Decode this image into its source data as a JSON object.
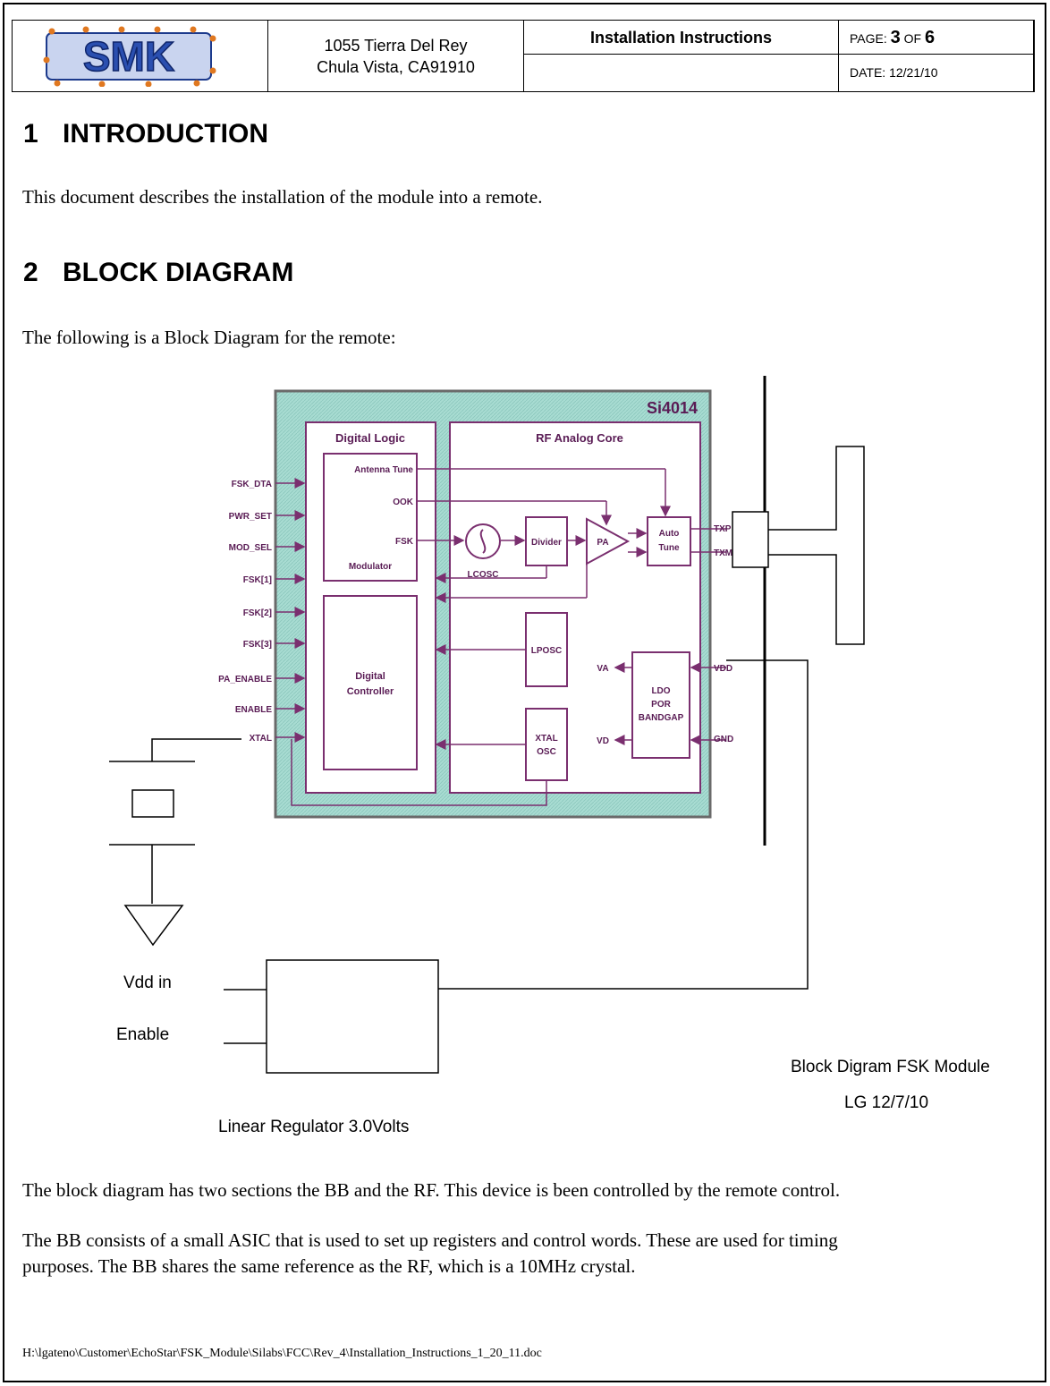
{
  "header": {
    "logo_text": "SMK",
    "address_line1": "1055 Tierra Del Rey",
    "address_line2": "Chula Vista, CA91910",
    "doc_title": "Installation Instructions",
    "page_label": "PAGE:",
    "page_num": "3",
    "page_of": "OF",
    "page_total": "6",
    "date": "DATE: 12/21/10"
  },
  "sections": [
    {
      "num": "1",
      "title": "INTRODUCTION",
      "text": "This document describes the installation of the module into a remote."
    },
    {
      "num": "2",
      "title": "BLOCK DIAGRAM",
      "text": "The following is a Block Diagram for the remote:"
    }
  ],
  "diagram": {
    "chip_name": "Si4014",
    "digital_logic": "Digital Logic",
    "rf_core": "RF Analog Core",
    "pins_left": [
      "FSK_DTA",
      "PWR_SET",
      "MOD_SEL",
      "FSK[1]",
      "FSK[2]",
      "FSK[3]",
      "PA_ENABLE",
      "ENABLE",
      "XTAL"
    ],
    "modulator_items": [
      "Antenna Tune",
      "OOK",
      "FSK",
      "Modulator"
    ],
    "digital_controller": [
      "Digital",
      "Controller"
    ],
    "lcosc": "LCOSC",
    "divider": "Divider",
    "pa": "PA",
    "autotune": [
      "Auto",
      "Tune"
    ],
    "lposc": "LPOSC",
    "xtal_osc": [
      "XTAL",
      "OSC"
    ],
    "ldo": [
      "LDO",
      "POR",
      "BANDGAP"
    ],
    "va": "VA",
    "vd": "VD",
    "pins_right": [
      "TXP",
      "TXM",
      "VDD",
      "GND"
    ],
    "vdd_in": "Vdd in",
    "enable": "Enable",
    "regulator": "Linear Regulator 3.0Volts",
    "caption": "Block Digram FSK Module",
    "author": "LG 12/7/10"
  },
  "body": {
    "para1": "The block diagram has two sections the BB and the RF.  This device is been controlled by the remote control.",
    "para2_line1": "The BB consists of a small ASIC that is used to set up registers and control  words.  These are used for timing",
    "para2_line2": "purposes.  The BB shares the same reference as the RF, which is a 10MHz crystal."
  },
  "footer": "H:\\lgateno\\Customer\\EchoStar\\FSK_Module\\Silabs\\FCC\\Rev_4\\Installation_Instructions_1_20_11.doc",
  "colors": {
    "chip_fill": "#a8dcd2",
    "chip_border": "#7a2f6f",
    "logo_blue": "#2a4fb0",
    "logo_dot": "#e07820"
  }
}
